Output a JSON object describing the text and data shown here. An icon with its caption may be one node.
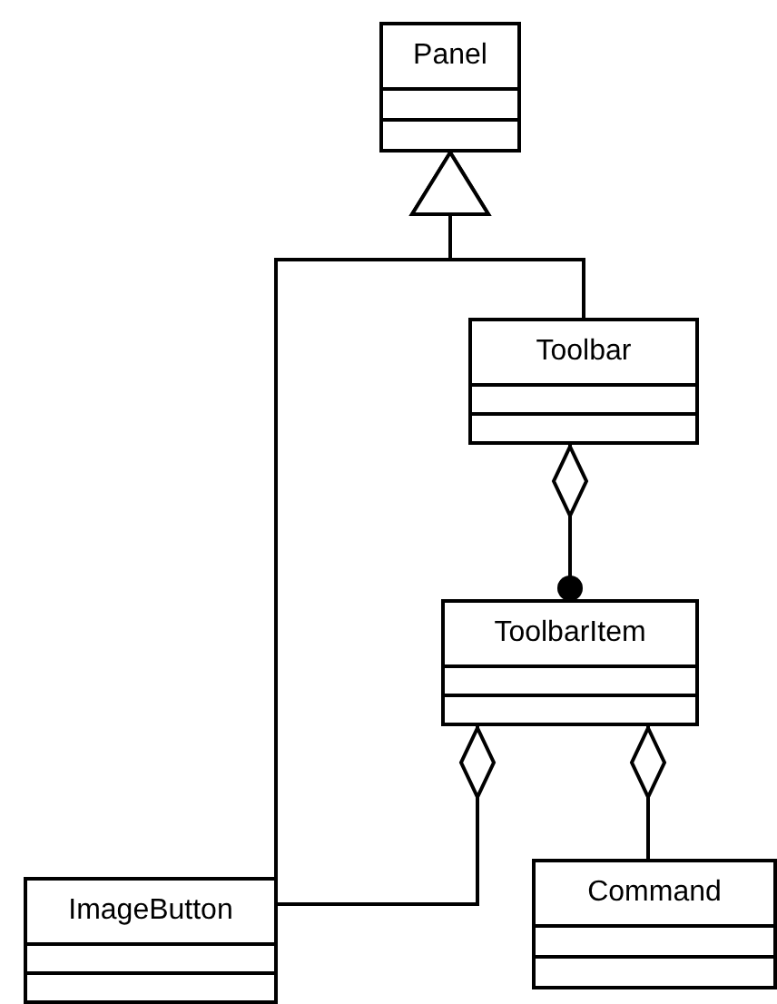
{
  "diagram": {
    "nodes": [
      {
        "text": [
          "Panel"
        ]
      },
      {
        "text": [
          "Toolbar"
        ]
      },
      {
        "text": [
          "ToolbarItem"
        ]
      },
      {
        "text": [
          "ImageButton"
        ]
      },
      {
        "text": [
          "Command"
        ]
      }
    ],
    "edges": [
      {
        "from": 1,
        "to": 0,
        "arrow": "to"
      },
      {
        "from": 3,
        "to": 0,
        "arrow": "to"
      },
      {
        "from": 1,
        "to": 2,
        "arrow": "other"
      },
      {
        "from": 2,
        "to": 3,
        "arrow": "other"
      },
      {
        "from": 2,
        "to": 4,
        "arrow": "other"
      }
    ]
  }
}
